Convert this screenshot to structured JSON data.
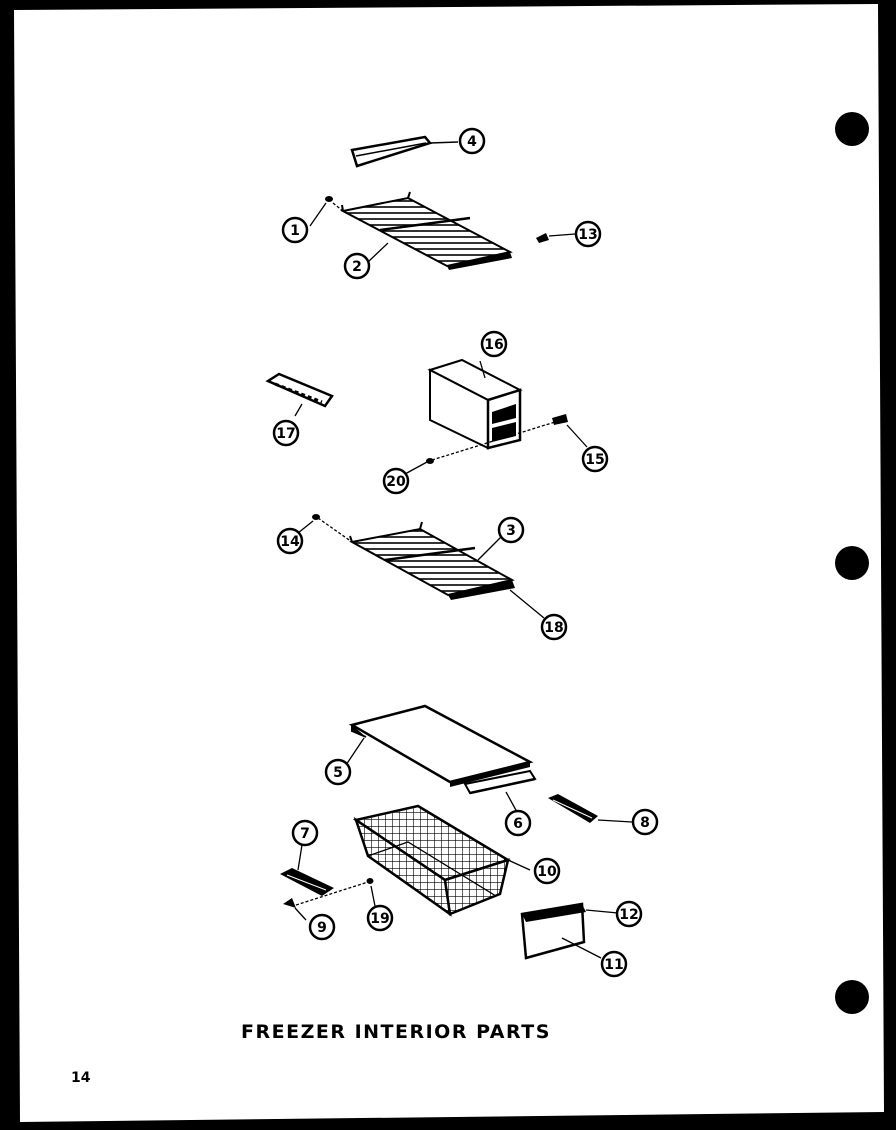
{
  "diagram": {
    "title": "FREEZER INTERIOR PARTS",
    "page_number": "14",
    "callouts": [
      "4",
      "1",
      "13",
      "2",
      "16",
      "17",
      "15",
      "20",
      "14",
      "3",
      "18",
      "5",
      "6",
      "8",
      "7",
      "10",
      "12",
      "9",
      "19",
      "11",
      "8"
    ]
  }
}
